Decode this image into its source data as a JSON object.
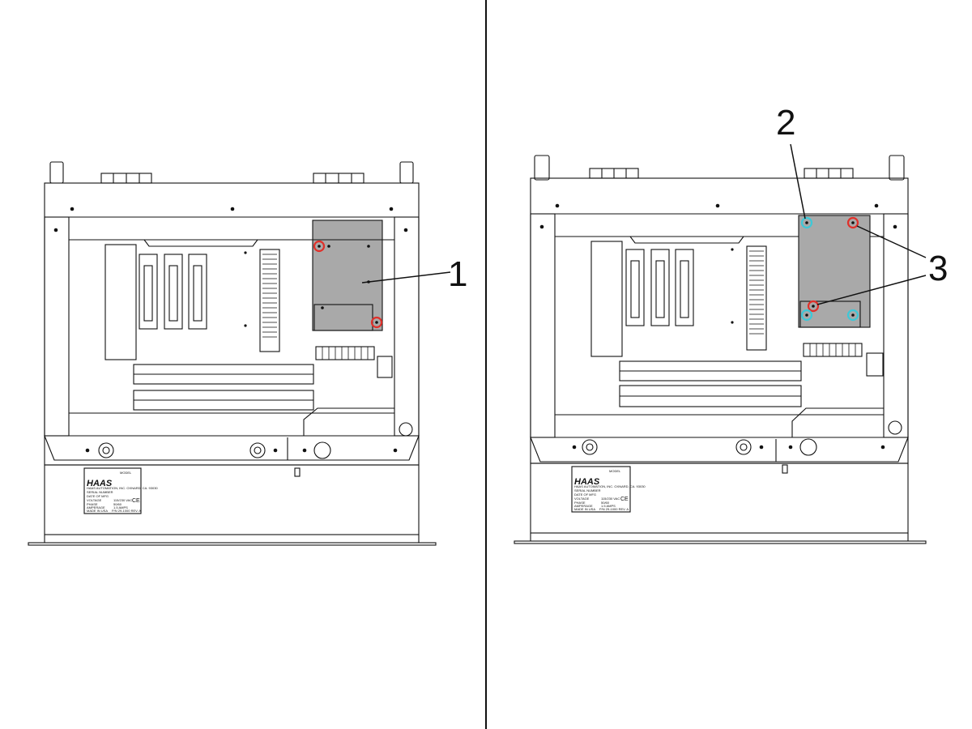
{
  "callouts": {
    "left": [
      "1"
    ],
    "right": [
      "2",
      "3"
    ]
  },
  "nameplate": {
    "logo": "HAAS",
    "header": "MODEL",
    "line_company": "HAAS AUTOMATION, INC. OXNARD, CA. 93030",
    "line_serial": "SERIAL NUMBER",
    "line_date": "DATE OF MFG",
    "line_voltage": "VOLTAGE",
    "line_voltage_value": "115/230 VAC",
    "line_phase": "PHASE",
    "line_phase_value": "50/60",
    "line_amperage": "AMPERAGE",
    "line_amperage_value": "1.5 AMPS",
    "line_made": "MADE IN USA",
    "line_pn": "P/N 29-1000 REV. A",
    "ce_mark": "CE"
  },
  "colors": {
    "line": "#111111",
    "panel_fill": "#a9a9a9",
    "highlight_red": "#e0302a",
    "highlight_cyan": "#3dc8d8"
  },
  "icons": [
    "screw-hole-icon",
    "red-circle-highlight",
    "cyan-circle-highlight",
    "ce-mark-icon"
  ]
}
